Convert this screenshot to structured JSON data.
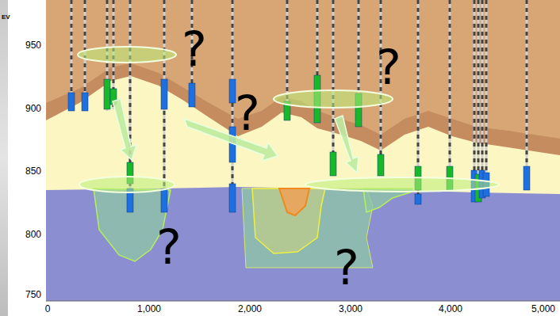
{
  "diagram": {
    "labels": [
      "EV",
      "950",
      "900",
      "850",
      "800",
      "750",
      "0",
      "1,000",
      "2,000",
      "3,000",
      "4,000",
      "5,000",
      "?",
      "?",
      "?",
      "?",
      "?"
    ]
  }
}
